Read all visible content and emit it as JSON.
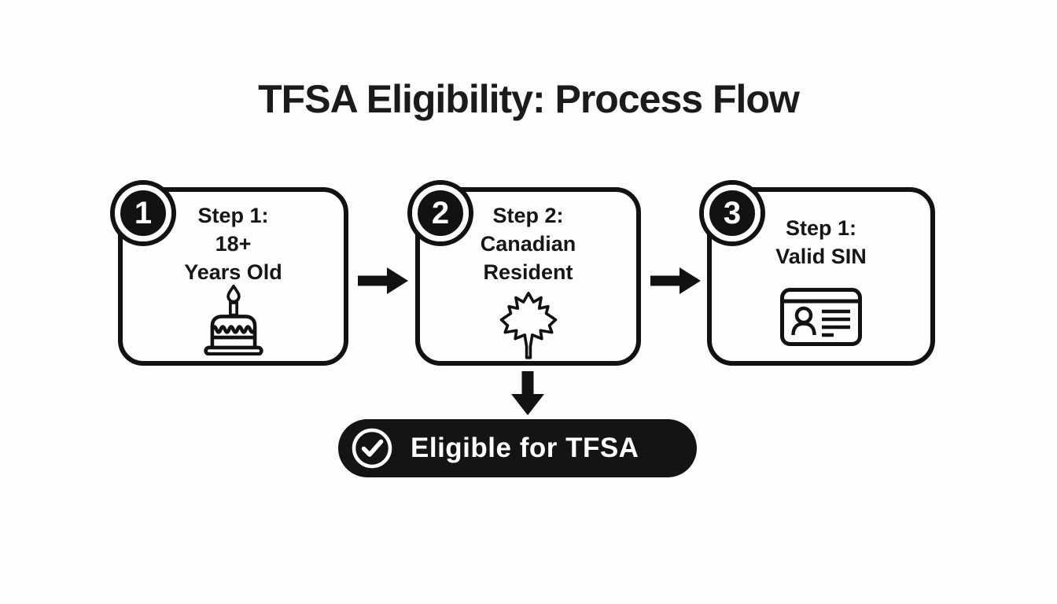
{
  "title": "TFSA Eligibility: Process Flow",
  "colors": {
    "background": "#fdfdfc",
    "ink": "#121212",
    "card_border": "#121212",
    "badge_bg": "#121212",
    "badge_text": "#ffffff",
    "pill_bg": "#141414",
    "pill_text": "#ffffff"
  },
  "steps": [
    {
      "badge": "1",
      "lines": [
        "Step 1:",
        "18+",
        "Years Old"
      ],
      "icon": "birthday-cake-icon"
    },
    {
      "badge": "2",
      "lines": [
        "Step 2:",
        "Canadian",
        "Resident"
      ],
      "icon": "maple-leaf-icon"
    },
    {
      "badge": "3",
      "lines": [
        "Step 1:",
        "Valid SIN"
      ],
      "icon": "id-card-icon"
    }
  ],
  "connectors": [
    "arrow-right-icon",
    "arrow-right-icon",
    "arrow-down-icon"
  ],
  "result": {
    "label": "Eligible for TFSA",
    "icon": "check-circle-icon"
  }
}
